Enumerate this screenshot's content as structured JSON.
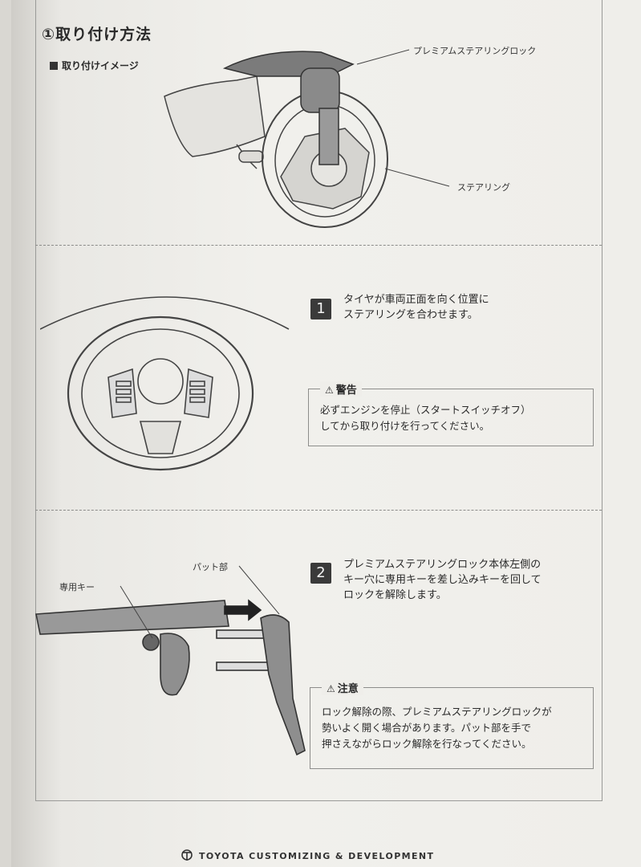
{
  "section": {
    "title": "①取り付け方法",
    "subtitle": "取り付けイメージ",
    "image_labels": {
      "lock": "プレミアムステアリングロック",
      "steering": "ステアリング"
    }
  },
  "step1": {
    "number": "1",
    "lines": [
      "タイヤが車両正面を向く位置に",
      "ステアリングを合わせます。"
    ],
    "warning": {
      "title": "警告",
      "lines": [
        "必ずエンジンを停止（スタートスイッチオフ）",
        "してから取り付けを行ってください。"
      ]
    }
  },
  "step2": {
    "number": "2",
    "lines": [
      "プレミアムステアリングロック本体左側の",
      "キー穴に専用キーを差し込みキーを回して",
      "ロックを解除します。"
    ],
    "labels": {
      "pad": "パット部",
      "key": "専用キー"
    },
    "caution": {
      "title": "注意",
      "lines": [
        "ロック解除の際、プレミアムステアリングロックが",
        "勢いよく開く場合があります。パット部を手で",
        "押さえながらロック解除を行なってください。"
      ]
    }
  },
  "footer": {
    "brand": "TOYOTA CUSTOMIZING & DEVELOPMENT"
  }
}
